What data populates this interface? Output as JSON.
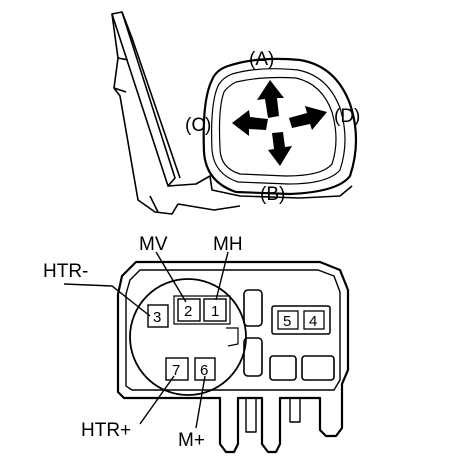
{
  "mirror": {
    "directions": {
      "up": "(A)",
      "down": "(B)",
      "left": "(C)",
      "right": "(D)"
    }
  },
  "connector": {
    "leaders": {
      "mv": "MV",
      "mh": "MH",
      "htr_minus": "HTR-",
      "htr_plus": "HTR+",
      "m_plus": "M+"
    },
    "pins": {
      "p1": "1",
      "p2": "2",
      "p3": "3",
      "p4": "4",
      "p5": "5",
      "p6": "6",
      "p7": "7"
    }
  }
}
